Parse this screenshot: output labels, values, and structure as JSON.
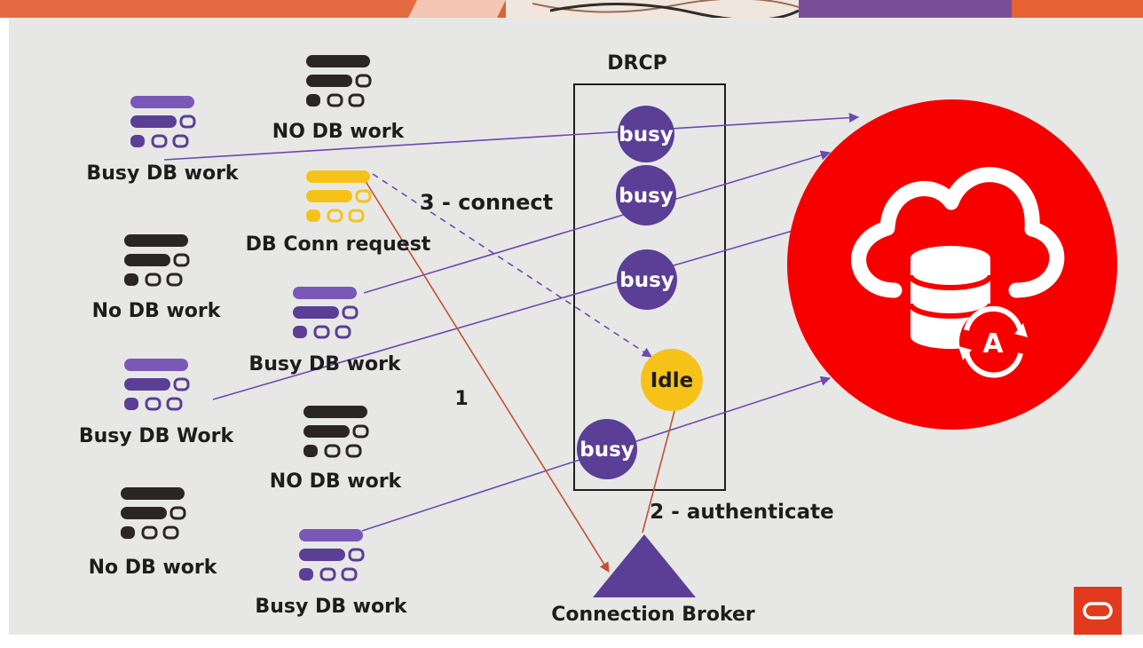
{
  "drcp": {
    "title": "DRCP",
    "nodes": [
      {
        "label": "busy",
        "state": "busy"
      },
      {
        "label": "busy",
        "state": "busy"
      },
      {
        "label": "busy",
        "state": "busy"
      },
      {
        "label": "Idle",
        "state": "idle"
      },
      {
        "label": "busy",
        "state": "busy"
      }
    ]
  },
  "clients": [
    {
      "label": "Busy DB work",
      "state": "busy"
    },
    {
      "label": "NO DB work",
      "state": "none"
    },
    {
      "label": "DB Conn request",
      "state": "request"
    },
    {
      "label": "No DB work",
      "state": "none"
    },
    {
      "label": "Busy DB work",
      "state": "busy"
    },
    {
      "label": "Busy DB Work",
      "state": "busy"
    },
    {
      "label": "NO DB work",
      "state": "none"
    },
    {
      "label": "No DB work",
      "state": "none"
    },
    {
      "label": "Busy DB work",
      "state": "busy"
    }
  ],
  "steps": {
    "step1": "1",
    "step2": "2 - authenticate",
    "step3": "3 - connect"
  },
  "broker": {
    "label": "Connection Broker"
  },
  "database": {
    "badge_letter": "A",
    "icon": "cloud-database-icon"
  },
  "logo": {
    "icon": "oracle-logo-icon"
  },
  "colors": {
    "background": "#e7e8e6",
    "purple": "#5b3e96",
    "purple_light": "#7a58b8",
    "yellow": "#f6c21a",
    "dark": "#2a2624",
    "red": "#f80000",
    "arrow_red": "#c4502e",
    "arrow_purple": "#6a4ab0"
  }
}
